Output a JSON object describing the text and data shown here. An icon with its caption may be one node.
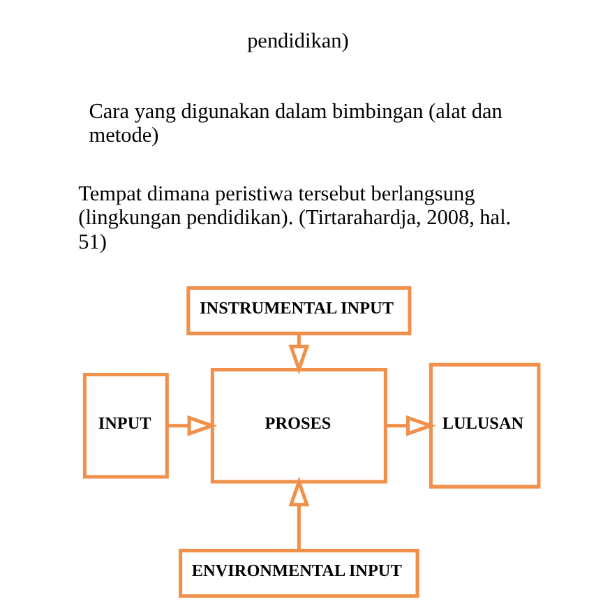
{
  "diagram": {
    "nodes": [
      {
        "text": [
          "INSTRUMENTAL INPUT"
        ]
      },
      {
        "text": [
          "INPUT"
        ]
      },
      {
        "text": [
          "PROSES"
        ]
      },
      {
        "text": [
          "LULUSAN"
        ]
      },
      {
        "text": [
          "ENVIRONMENTAL INPUT"
        ]
      }
    ],
    "edges": [
      {
        "from": 0,
        "to": 2,
        "arrow": "to"
      },
      {
        "from": 1,
        "to": 2,
        "arrow": "to"
      },
      {
        "from": 2,
        "to": 3,
        "arrow": "to"
      },
      {
        "from": 4,
        "to": 2,
        "arrow": "to"
      }
    ],
    "labels": [
      "pendidikan)",
      "Cara yang digunakan dalam bimbingan (alat dan metode)",
      "Tempat dimana peristiwa tersebut berlangsung (lingkungan pendidikan). (Tirtarahardja, 2008, hal. 51)"
    ]
  }
}
